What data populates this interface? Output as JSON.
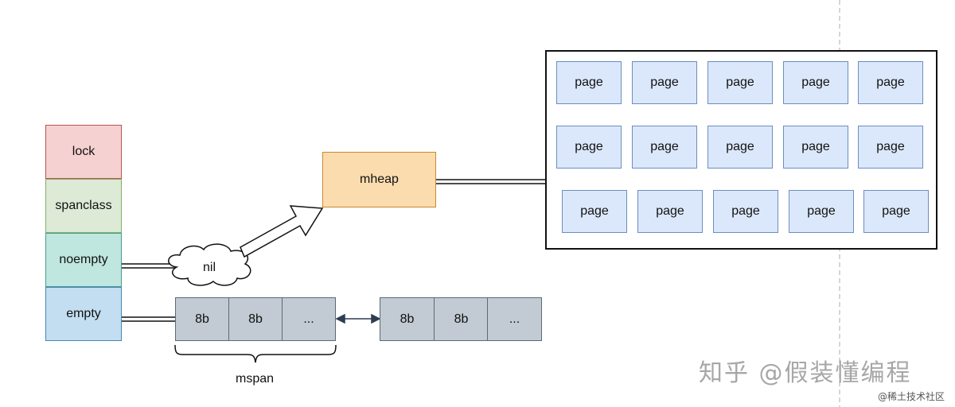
{
  "mcentral": {
    "fields": [
      "lock",
      "spanclass",
      "noempty",
      "empty"
    ]
  },
  "nil_label": "nil",
  "mheap_label": "mheap",
  "pages": [
    [
      "page",
      "page",
      "page",
      "page",
      "page"
    ],
    [
      "page",
      "page",
      "page",
      "page",
      "page"
    ],
    [
      "page",
      "page",
      "page",
      "page",
      "page"
    ]
  ],
  "span_a": [
    "8b",
    "8b",
    "..."
  ],
  "span_b": [
    "8b",
    "8b",
    "..."
  ],
  "mspan_label": "mspan",
  "watermark": {
    "main": "知乎 @假装懂编程",
    "small": "@稀土技术社区"
  }
}
